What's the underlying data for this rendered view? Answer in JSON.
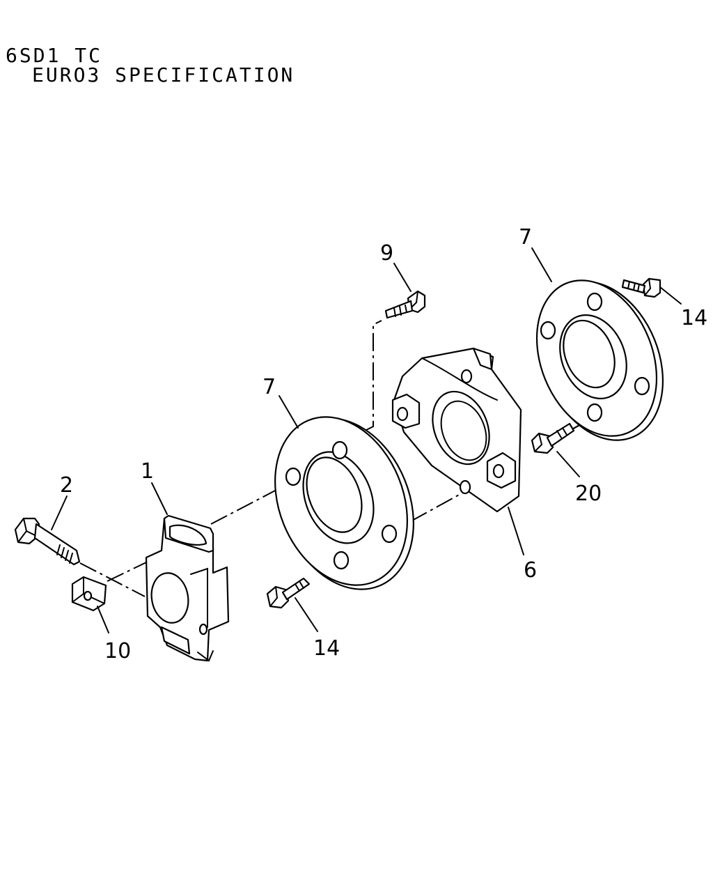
{
  "header": {
    "line1": "6SD1 TC",
    "line2": "EURO3 SPECIFICATION"
  },
  "callouts": {
    "p1": "1",
    "p2": "2",
    "p6": "6",
    "p7_left": "7",
    "p7_right": "7",
    "p9": "9",
    "p10": "10",
    "p14_bottom": "14",
    "p14_right": "14",
    "p20": "20"
  }
}
